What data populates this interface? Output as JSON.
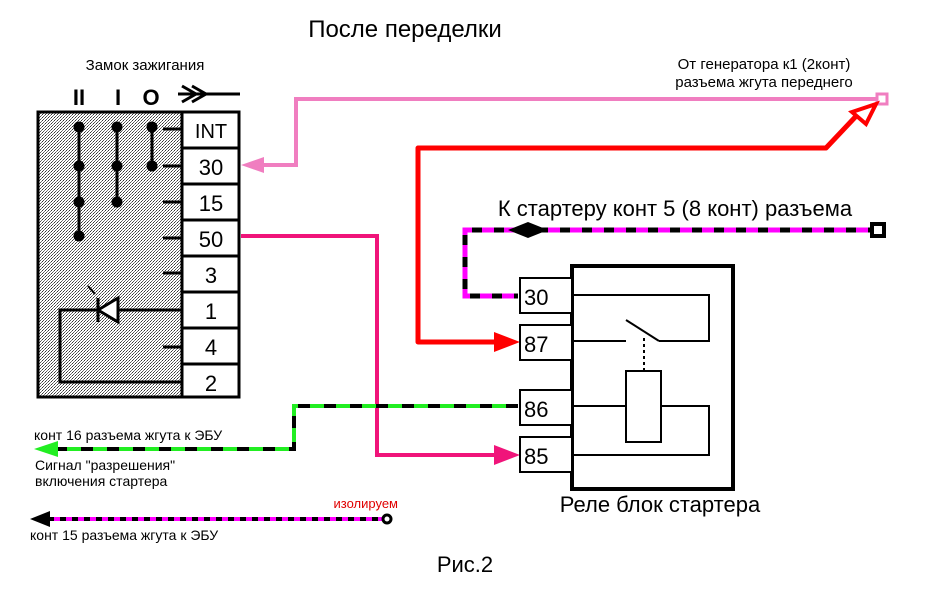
{
  "title": "После переделки",
  "figure_caption": "Рис.2",
  "ignition_switch": {
    "label": "Замок зажигания",
    "positions": [
      "II",
      "I",
      "O"
    ],
    "terminals": [
      "INT",
      "30",
      "15",
      "50",
      "3",
      "1",
      "4",
      "2"
    ]
  },
  "relay": {
    "label": "Реле блок стартера",
    "terminals": [
      "30",
      "87",
      "86",
      "85"
    ]
  },
  "labels": {
    "generator_line1": "От генератора  к1  (2конт)",
    "generator_line2": "разъема  жгута переднего",
    "starter": "К стартеру конт 5 (8 конт) разъема",
    "ecu16": "конт 16 разъема жгута к ЭБУ",
    "signal_line1": "Сигнал \"разрешения\"",
    "signal_line2": "включения стартера",
    "isolate": "изолируем",
    "ecu15": "конт 15 разъема жгута к ЭБУ"
  },
  "colors": {
    "generator_wire": "#f07ec0",
    "red_wire": "#ff0000",
    "crimson_wire": "#f0147a",
    "magenta_dash": "#ff00ff",
    "green_dash": "#22ee22",
    "isolate_text": "#e00000"
  }
}
